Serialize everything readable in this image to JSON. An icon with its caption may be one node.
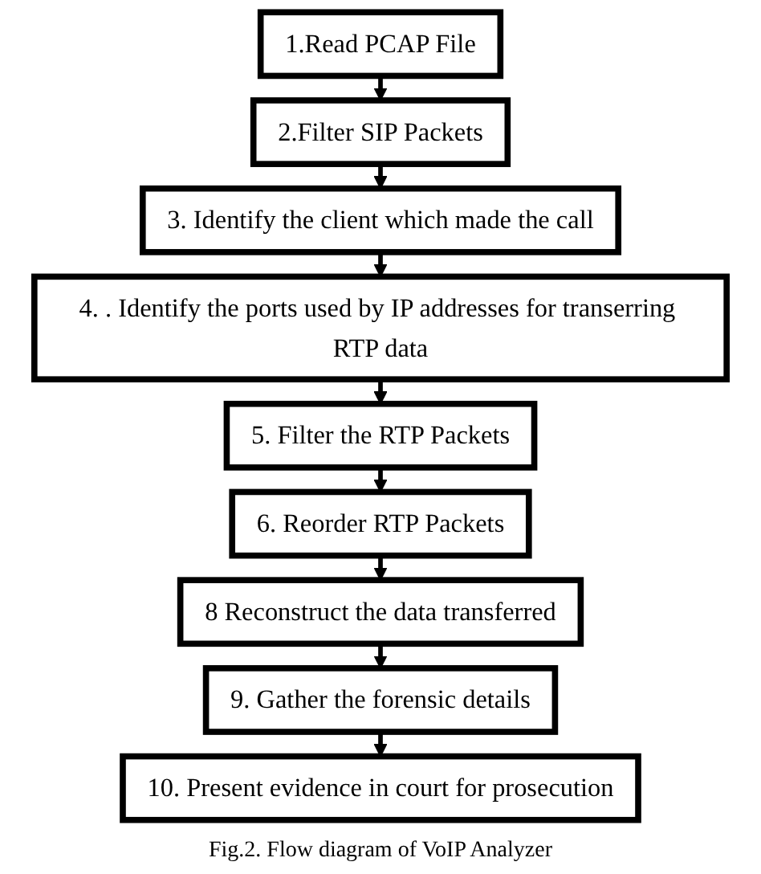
{
  "diagram": {
    "caption": "Fig.2. Flow diagram of VoIP Analyzer",
    "nodes": [
      {
        "text": [
          "1.Read PCAP File"
        ]
      },
      {
        "text": [
          "2.Filter SIP Packets"
        ]
      },
      {
        "text": [
          "3. Identify the client which made the call"
        ]
      },
      {
        "text": [
          "4. . Identify the ports used by IP addresses for transerring RTP data"
        ]
      },
      {
        "text": [
          "5. Filter the RTP Packets"
        ]
      },
      {
        "text": [
          "6. Reorder RTP Packets"
        ]
      },
      {
        "text": [
          "8 Reconstruct the data transferred"
        ]
      },
      {
        "text": [
          "9.  Gather the forensic details"
        ]
      },
      {
        "text": [
          "10.  Present evidence in court for prosecution"
        ]
      }
    ],
    "edges": [
      {
        "from": 0,
        "to": 1,
        "arrow": "to"
      },
      {
        "from": 1,
        "to": 2,
        "arrow": "to"
      },
      {
        "from": 2,
        "to": 3,
        "arrow": "to"
      },
      {
        "from": 3,
        "to": 4,
        "arrow": "to"
      },
      {
        "from": 4,
        "to": 5,
        "arrow": "to"
      },
      {
        "from": 5,
        "to": 6,
        "arrow": "to"
      },
      {
        "from": 6,
        "to": 7,
        "arrow": "to"
      },
      {
        "from": 7,
        "to": 8,
        "arrow": "to"
      }
    ]
  }
}
